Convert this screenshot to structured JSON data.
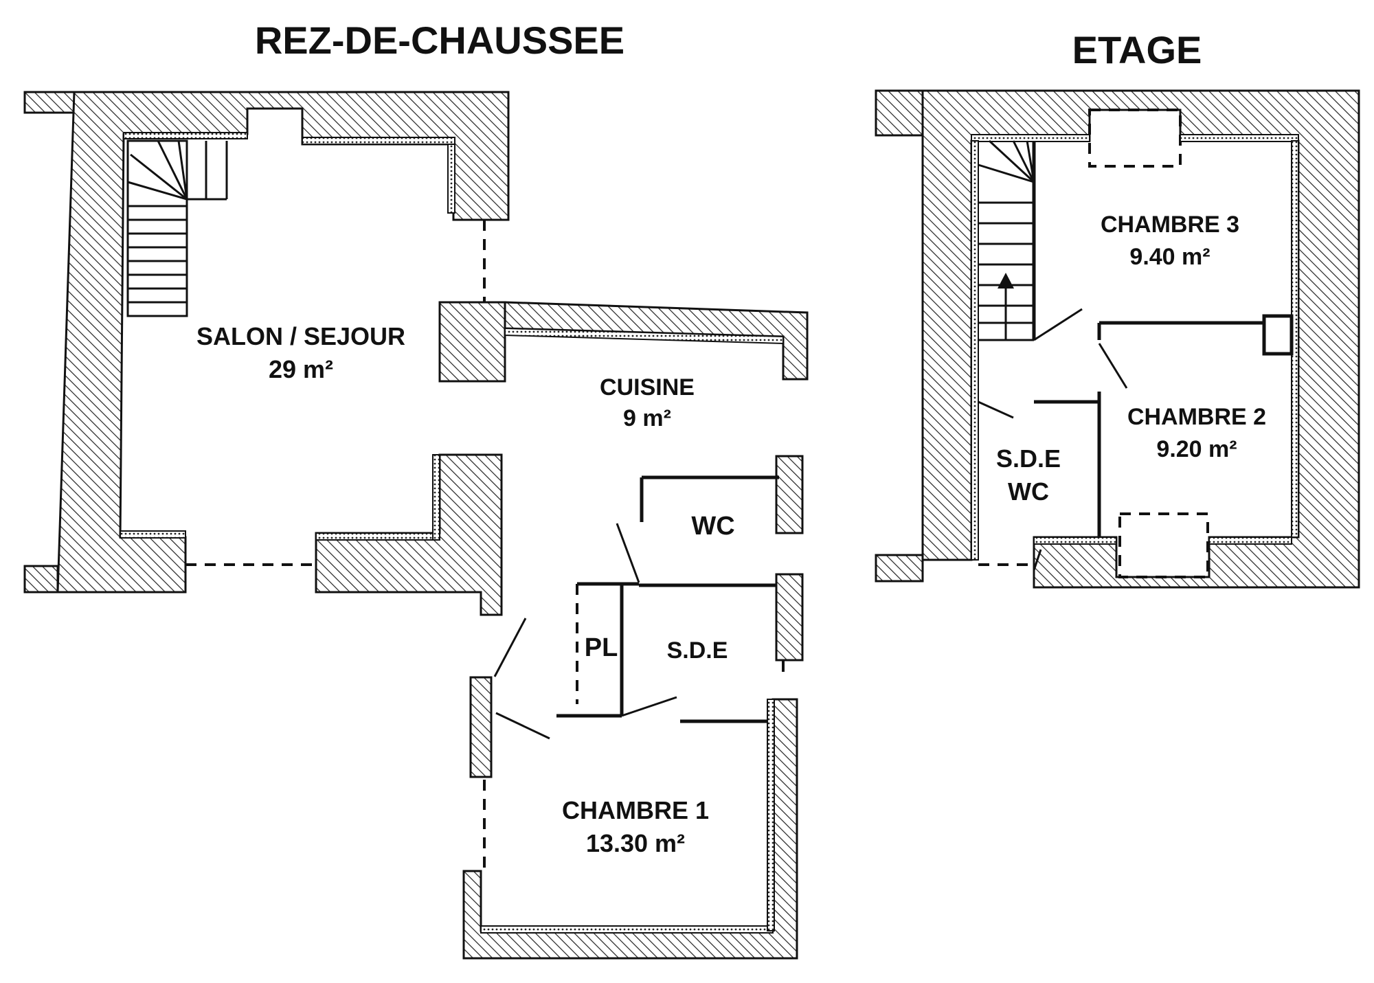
{
  "titles": {
    "ground_floor": "REZ-DE-CHAUSSEE",
    "upper_floor": "ETAGE"
  },
  "rooms": {
    "salon": {
      "name": "SALON / SEJOUR",
      "area": "29 m²"
    },
    "cuisine": {
      "name": "CUISINE",
      "area": "9 m²"
    },
    "wc": {
      "name": "WC"
    },
    "pl": {
      "name": "PL"
    },
    "sde": {
      "name": "S.D.E"
    },
    "chambre1": {
      "name": "CHAMBRE 1",
      "area": "13.30 m²"
    },
    "chambre3": {
      "name": "CHAMBRE 3",
      "area": "9.40 m²"
    },
    "chambre2": {
      "name": "CHAMBRE 2",
      "area": "9.20 m²"
    },
    "sde_wc": {
      "name": "S.D.E",
      "name2": "WC"
    }
  },
  "colors": {
    "ink": "#111111",
    "background": "#ffffff"
  }
}
